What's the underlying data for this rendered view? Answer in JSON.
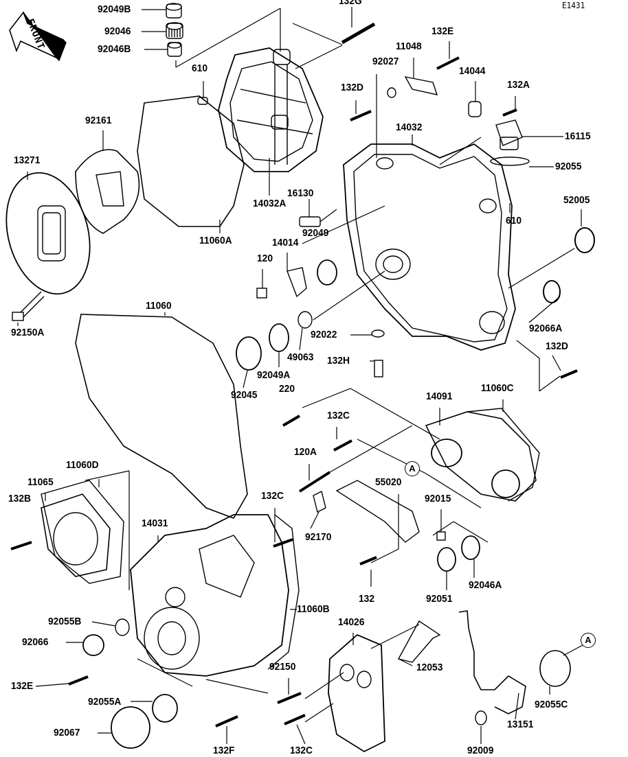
{
  "diagram_code": "E1431",
  "front_label": "FRONT",
  "reference_marker": "A",
  "labels": [
    "92049B",
    "92046",
    "92046B",
    "132G",
    "132E",
    "11048",
    "92027",
    "14044",
    "610",
    "132A",
    "132D",
    "14032",
    "92161",
    "16115",
    "13271",
    "92055",
    "14032A",
    "16130",
    "52005",
    "610",
    "92049",
    "11060A",
    "14014",
    "120",
    "92150A",
    "11060",
    "92066A",
    "92022",
    "49063",
    "132H",
    "132D",
    "92049A",
    "92045",
    "220",
    "14091",
    "11060C",
    "132C",
    "120A",
    "11060D",
    "11065",
    "132B",
    "55020",
    "132C",
    "92015",
    "14031",
    "92170",
    "132",
    "92051",
    "92046A",
    "92055B",
    "11060B",
    "14026",
    "92066",
    "12053",
    "92150",
    "132E",
    "92055A",
    "92055C",
    "13151",
    "92067",
    "132F",
    "132C",
    "92009"
  ]
}
